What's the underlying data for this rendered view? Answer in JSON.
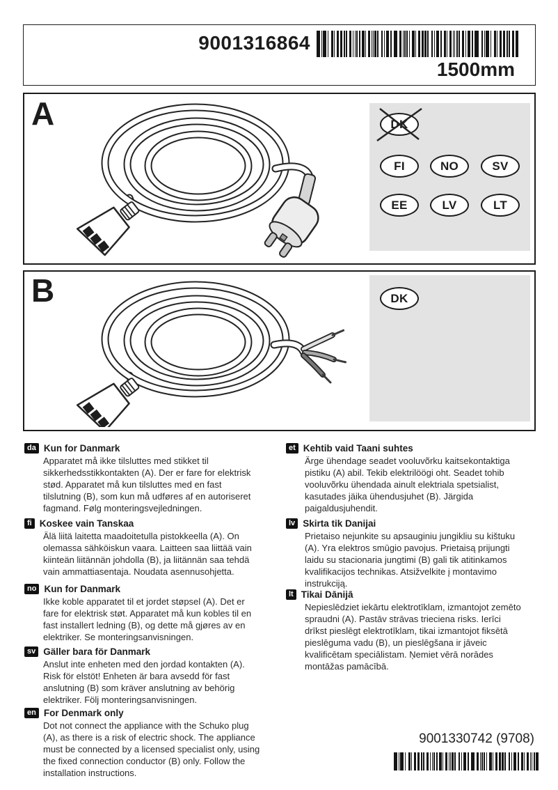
{
  "page": {
    "colors": {
      "ink": "#1c1c1c",
      "panel_gray": "#e3e3e3",
      "background": "#ffffff"
    }
  },
  "header": {
    "part_number": "9001316864",
    "length_label": "1500mm",
    "barcode_icon": "barcode"
  },
  "section_a": {
    "label": "A",
    "illustration": "coiled-cable-with-appliance-connector-and-schuko-plug",
    "countries": [
      {
        "code": "DK",
        "status": "crossed-out"
      },
      {
        "code": "FI"
      },
      {
        "code": "NO"
      },
      {
        "code": "SV"
      },
      {
        "code": "EE"
      },
      {
        "code": "LV"
      },
      {
        "code": "LT"
      }
    ]
  },
  "section_b": {
    "label": "B",
    "illustration": "coiled-cable-with-appliance-connector-and-stripped-wires",
    "countries": [
      {
        "code": "DK"
      }
    ]
  },
  "notices": [
    {
      "lang": "da",
      "title": "Kun for Danmark",
      "body": "Apparatet må ikke tilsluttes med stikket til sikkerhedsstikkontakten (A). Der er fare for elektrisk stød. Apparatet må kun tilsluttes med en fast tilslutning (B), som kun må udføres af en autoriseret fagmand. Følg monteringsvejledningen."
    },
    {
      "lang": "fi",
      "title": "Koskee vain Tanskaa",
      "body": "Älä liitä laitetta maadoitetulla pistokkeella (A). On olemassa sähköiskun vaara. Laitteen saa liittää vain kiinteän liitännän johdolla (B), ja liitännän saa tehdä vain ammattiasentaja. Noudata asennusohjetta."
    },
    {
      "lang": "no",
      "title": "Kun for Danmark",
      "body": "Ikke koble apparatet til et jordet støpsel (A). Det er fare for elektrisk støt. Apparatet må kun kobles til en fast installert ledning (B), og dette må gjøres av en elektriker. Se monteringsanvisningen."
    },
    {
      "lang": "sv",
      "title": "Gäller bara för Danmark",
      "body": "Anslut inte enheten med den jordad kontakten (A). Risk för elstöt! Enheten är bara avsedd för fast anslutning (B) som kräver anslutning av behörig elektriker. Följ monteringsanvisningen."
    },
    {
      "lang": "en",
      "title": "For Denmark only",
      "body": "Dot not connect the appliance with the Schuko plug (A), as there is a risk of electric shock. The appliance must be connected by a licensed specialist only, using the fixed connection conductor (B) only. Follow the installation instructions."
    },
    {
      "lang": "et",
      "title": "Kehtib vaid Taani suhtes",
      "body": "Ärge ühendage seadet vooluvõrku kaitsekontaktiga pistiku (A) abil. Tekib elektrilöögi oht. Seadet tohib vooluvõrku ühendada ainult elektriala spetsialist, kasutades jäika ühendusjuhet (B). Järgida paigaldusjuhendit."
    },
    {
      "lang": "lv",
      "title": "Skirta tik Danijai",
      "body": "Prietaiso nejunkite su apsauginiu jungikliu su kištuku (A). Yra elektros smūgio pavojus. Prietaisą prijungti laidu su stacionaria jungtimi (B) gali tik atitinkamos kvalifikacijos technikas. Atsižvelkite į montavimo instrukciją."
    },
    {
      "lang": "lt",
      "title": "Tikai Dānijā",
      "body": "Nepieslēdziet iekārtu elektrotīklam, izmantojot zemēto spraudni (A). Pastāv strāvas trieciena risks. Ierīci drīkst pieslēgt elektrotīklam, tikai izmantojot fiksētā pieslēguma vadu (B), un pieslēgšana ir jāveic kvalificētam speciālistam. Ņemiet vērā norādes montāžas pamācībā."
    }
  ],
  "footer": {
    "code": "9001330742 (9708)",
    "barcode_icon": "barcode"
  }
}
